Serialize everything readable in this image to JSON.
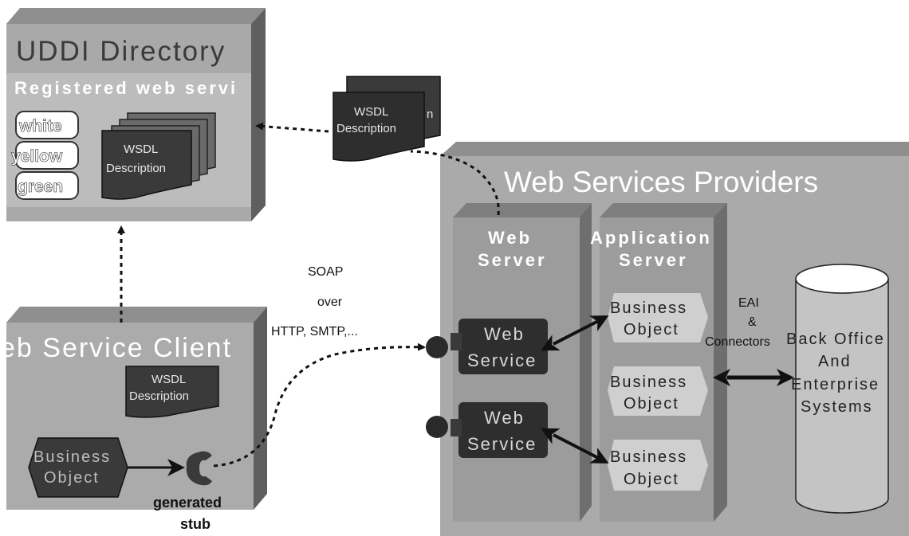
{
  "uddi": {
    "title": "UDDI Directory",
    "subtitle": "Registered web servi",
    "pages": [
      "white",
      "yellow",
      "green"
    ],
    "wsdl_line1": "WSDL",
    "wsdl_line2": "Description"
  },
  "floating_wsdl": {
    "line1": "WSDL",
    "line2": "Description",
    "behind": "n"
  },
  "client": {
    "title": "eb Service Client",
    "wsdl_line1": "WSDL",
    "wsdl_line2": "Description",
    "bo_line1": "Business",
    "bo_line2": "Object",
    "stub_line1": "generated",
    "stub_line2": "stub"
  },
  "soap": {
    "line1": "SOAP",
    "line2": "over",
    "line3": "HTTP, SMTP,..."
  },
  "providers": {
    "title": "Web Services Providers",
    "web_server_line1": "Web",
    "web_server_line2": "Server",
    "app_server_line1": "Application",
    "app_server_line2": "Server",
    "ws1_line1": "Web",
    "ws1_line2": "Service",
    "ws2_line1": "Web",
    "ws2_line2": "Service",
    "bo_items": [
      {
        "line1": "Business",
        "line2": "Object"
      },
      {
        "line1": "Business",
        "line2": "Object"
      },
      {
        "line1": "Business",
        "line2": "Object"
      }
    ],
    "eai_line1": "EAI",
    "eai_line2": "&",
    "eai_line3": "Connectors",
    "backoffice_line1": "Back Office",
    "backoffice_line2": "And",
    "backoffice_line3": "Enterprise",
    "backoffice_line4": "Systems"
  }
}
